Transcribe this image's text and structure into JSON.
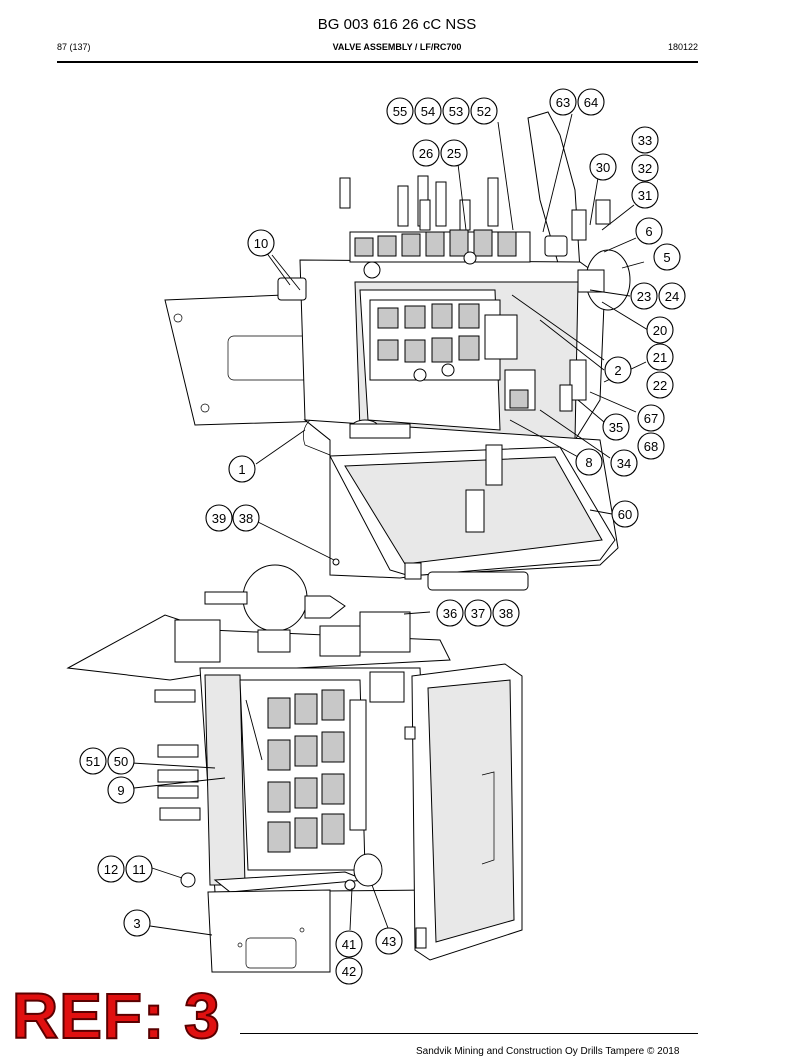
{
  "header": {
    "doc_number": "BG 003 616 26 cC NSS",
    "page": "87 (137)",
    "title": "VALVE ASSEMBLY / LF/RC700",
    "date": "180122"
  },
  "footer": {
    "copyright": "Sandvik Mining and Construction Oy Drills Tampere © 2018"
  },
  "stamp": "REF: 3",
  "callouts": [
    {
      "id": "c55",
      "label": "55"
    },
    {
      "id": "c54",
      "label": "54"
    },
    {
      "id": "c53",
      "label": "53"
    },
    {
      "id": "c52",
      "label": "52"
    },
    {
      "id": "c63",
      "label": "63"
    },
    {
      "id": "c64",
      "label": "64"
    },
    {
      "id": "c33",
      "label": "33"
    },
    {
      "id": "c26",
      "label": "26"
    },
    {
      "id": "c25",
      "label": "25"
    },
    {
      "id": "c30",
      "label": "30"
    },
    {
      "id": "c32",
      "label": "32"
    },
    {
      "id": "c31",
      "label": "31"
    },
    {
      "id": "c6",
      "label": "6"
    },
    {
      "id": "c10",
      "label": "10"
    },
    {
      "id": "c5",
      "label": "5"
    },
    {
      "id": "c23",
      "label": "23"
    },
    {
      "id": "c24",
      "label": "24"
    },
    {
      "id": "c20",
      "label": "20"
    },
    {
      "id": "c21",
      "label": "21"
    },
    {
      "id": "c2",
      "label": "2"
    },
    {
      "id": "c22",
      "label": "22"
    },
    {
      "id": "c67",
      "label": "67"
    },
    {
      "id": "c35",
      "label": "35"
    },
    {
      "id": "c68",
      "label": "68"
    },
    {
      "id": "c8",
      "label": "8"
    },
    {
      "id": "c34",
      "label": "34"
    },
    {
      "id": "c1",
      "label": "1"
    },
    {
      "id": "c60",
      "label": "60"
    },
    {
      "id": "c39",
      "label": "39"
    },
    {
      "id": "c38a",
      "label": "38"
    },
    {
      "id": "c36",
      "label": "36"
    },
    {
      "id": "c37",
      "label": "37"
    },
    {
      "id": "c38b",
      "label": "38"
    },
    {
      "id": "c51",
      "label": "51"
    },
    {
      "id": "c50",
      "label": "50"
    },
    {
      "id": "c9",
      "label": "9"
    },
    {
      "id": "c12",
      "label": "12"
    },
    {
      "id": "c11",
      "label": "11"
    },
    {
      "id": "c3",
      "label": "3"
    },
    {
      "id": "c41",
      "label": "41"
    },
    {
      "id": "c43",
      "label": "43"
    },
    {
      "id": "c42",
      "label": "42"
    }
  ]
}
